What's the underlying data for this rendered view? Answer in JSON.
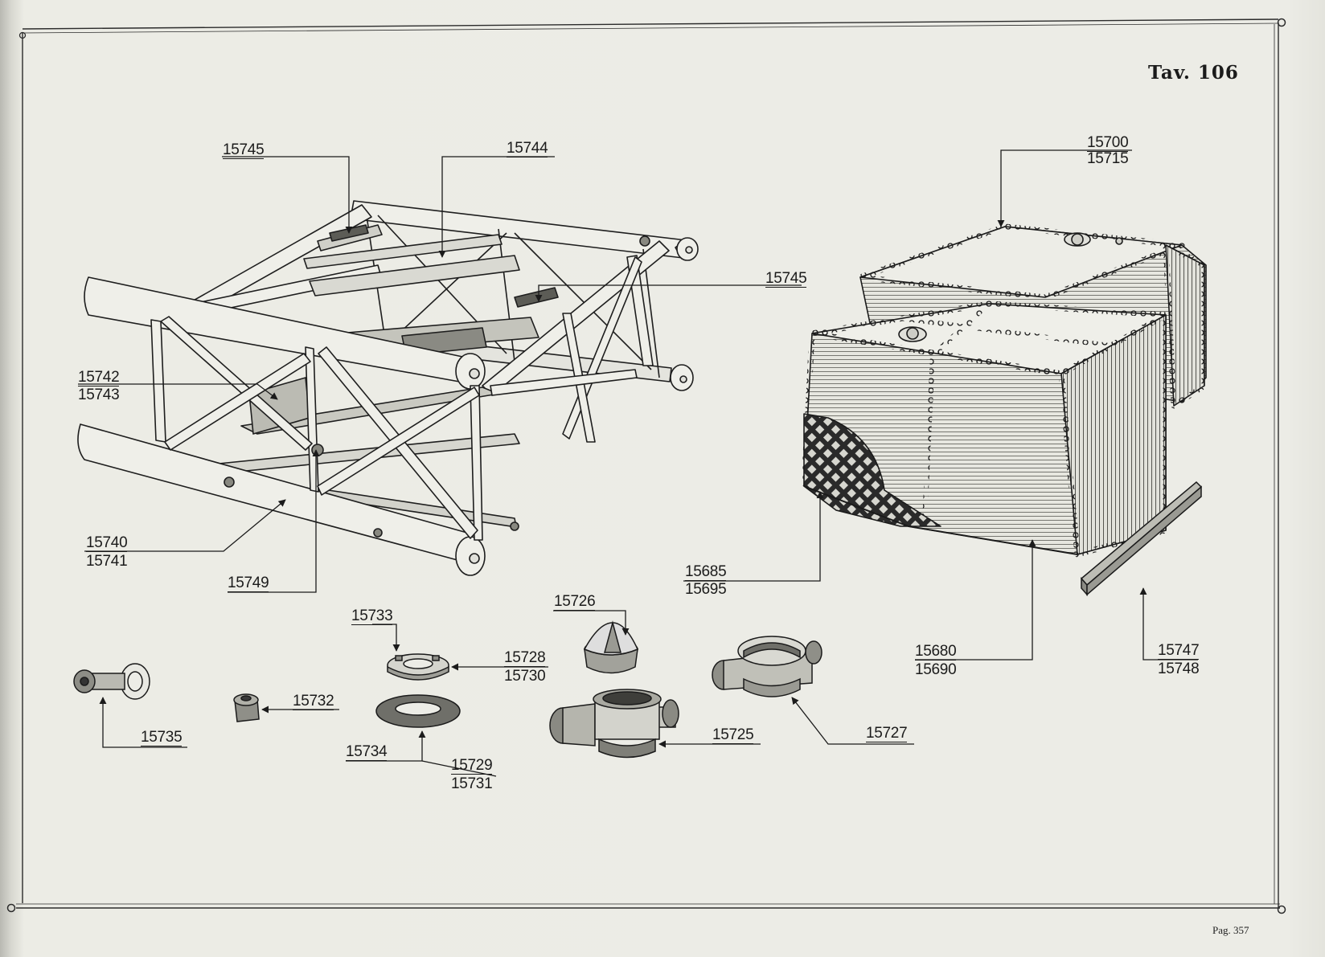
{
  "plate": {
    "title": "Tav. 106",
    "page_number": "Pag. 357"
  },
  "labels": {
    "l15745a": "15745",
    "l15744": "15744",
    "l15745b": "15745",
    "l15742": "15742",
    "l15743": "15743",
    "l15740": "15740",
    "l15741": "15741",
    "l15749": "15749",
    "l15700": "15700",
    "l15715": "15715",
    "l15685": "15685",
    "l15695": "15695",
    "l15680": "15680",
    "l15690": "15690",
    "l15747": "15747",
    "l15748": "15748",
    "l15733": "15733",
    "l15728": "15728",
    "l15730": "15730",
    "l15726": "15726",
    "l15735": "15735",
    "l15732": "15732",
    "l15734": "15734",
    "l15729": "15729",
    "l15731": "15731",
    "l15725": "15725",
    "l15727": "15727"
  },
  "colors": {
    "paper": "#ececE6",
    "ink": "#1b1b1b"
  }
}
